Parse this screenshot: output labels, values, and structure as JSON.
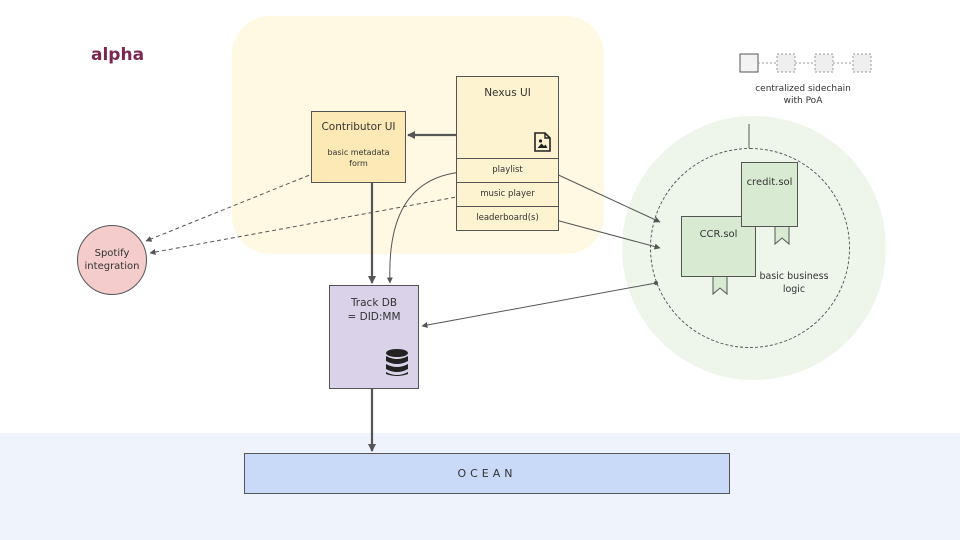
{
  "slide": {
    "title": "alpha"
  },
  "contributor_ui": {
    "title": "Contributor UI",
    "subtitle": "basic metadata form"
  },
  "nexus_ui": {
    "title": "Nexus UI",
    "icon": "image-file-icon",
    "items": [
      "playlist",
      "music player",
      "leaderboard(s)"
    ]
  },
  "spotify": {
    "label": "Spotify integration"
  },
  "track_db": {
    "title": "Track DB",
    "subtitle": "= DID:MM",
    "icon": "database-icon"
  },
  "ocean": {
    "label": "OCEAN"
  },
  "sidechain": {
    "label": "centralized sidechain with PoA",
    "contracts": [
      "CCR.sol",
      "credit.sol"
    ],
    "logic_label": "basic business logic"
  },
  "colors": {
    "title": "#7b2752",
    "contributor_fill": "#fde9b5",
    "nexus_fill": "#fef3d0",
    "halo": "#fff8e3",
    "spotify_fill": "#f4cccc",
    "trackdb_fill": "#d9d2e9",
    "ocean_fill": "#c9daf8",
    "ocean_band": "#eef3fc",
    "contract_fill": "#d9ead3",
    "chain_halo": "#eef6ec"
  }
}
